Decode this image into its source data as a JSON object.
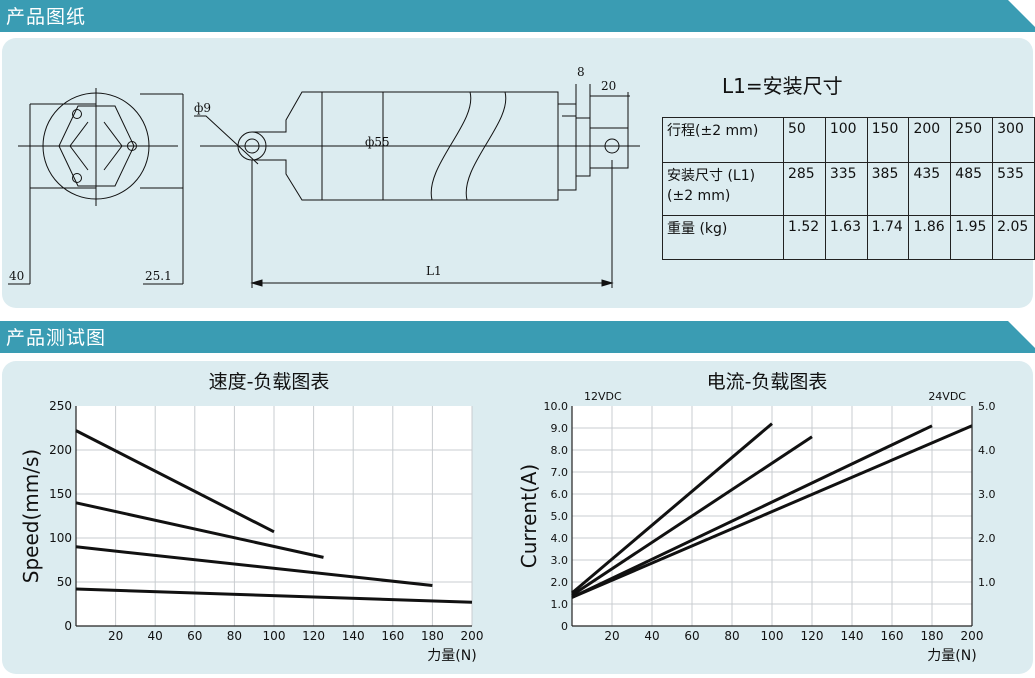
{
  "sections": {
    "drawing_title": "产品图纸",
    "test_title": "产品测试图"
  },
  "colors": {
    "band": "#3a9cb3",
    "panel": "#dcecf0",
    "line": "#111111"
  },
  "drawing": {
    "phi9": "ф9",
    "phi55": "ф55",
    "dim_8": "8",
    "dim_20": "20",
    "dim_40": "40",
    "dim_25_1": "25.1",
    "dim_L1": "L1"
  },
  "spec": {
    "title": "L1=安装尺寸",
    "rows": [
      {
        "label": "行程(±2 mm)",
        "values": [
          "50",
          "100",
          "150",
          "200",
          "250",
          "300"
        ]
      },
      {
        "label": "安装尺寸 (L1)(±2 mm)",
        "values": [
          "285",
          "335",
          "385",
          "435",
          "485",
          "535"
        ]
      },
      {
        "label": "重量 (kg)",
        "values": [
          "1.52",
          "1.63",
          "1.74",
          "1.86",
          "1.95",
          "2.05"
        ]
      }
    ]
  },
  "chart_data": [
    {
      "type": "line",
      "title": "速度-负载图表",
      "xlabel": "力量(N)",
      "ylabel": "Speed(mm/s)",
      "xlim": [
        0,
        200
      ],
      "ylim": [
        0,
        250
      ],
      "xticks": [
        "20",
        "40",
        "60",
        "80",
        "100",
        "120",
        "140",
        "160",
        "180",
        "200"
      ],
      "yticks": [
        "0",
        "50",
        "100",
        "150",
        "200",
        "250"
      ],
      "grid": true,
      "series": [
        {
          "points": [
            [
              0,
              222
            ],
            [
              100,
              107
            ]
          ]
        },
        {
          "points": [
            [
              0,
              140
            ],
            [
              125,
              78
            ]
          ]
        },
        {
          "points": [
            [
              0,
              90
            ],
            [
              180,
              46
            ]
          ]
        },
        {
          "points": [
            [
              0,
              42
            ],
            [
              200,
              27
            ]
          ]
        }
      ]
    },
    {
      "type": "line",
      "title": "电流-负载图表",
      "xlabel": "力量(N)",
      "ylabel": "Current(A)",
      "left_axis_label": "12VDC",
      "right_axis_label": "24VDC",
      "xlim": [
        0,
        200
      ],
      "ylim": [
        0,
        10
      ],
      "ylim_right": [
        0,
        5
      ],
      "xticks": [
        "20",
        "40",
        "60",
        "80",
        "100",
        "120",
        "140",
        "160",
        "180",
        "200"
      ],
      "yticks": [
        "0",
        "1.0",
        "2.0",
        "3.0",
        "4.0",
        "5.0",
        "6.0",
        "7.0",
        "8.0",
        "9.0",
        "10.0"
      ],
      "yticks_right": [
        "1.0",
        "2.0",
        "3.0",
        "4.0",
        "5.0"
      ],
      "grid": true,
      "series": [
        {
          "points": [
            [
              0,
              1.5
            ],
            [
              100,
              9.2
            ]
          ]
        },
        {
          "points": [
            [
              0,
              1.4
            ],
            [
              120,
              8.6
            ]
          ]
        },
        {
          "points": [
            [
              0,
              1.3
            ],
            [
              180,
              9.1
            ]
          ]
        },
        {
          "points": [
            [
              0,
              1.3
            ],
            [
              200,
              9.1
            ]
          ]
        }
      ]
    }
  ]
}
